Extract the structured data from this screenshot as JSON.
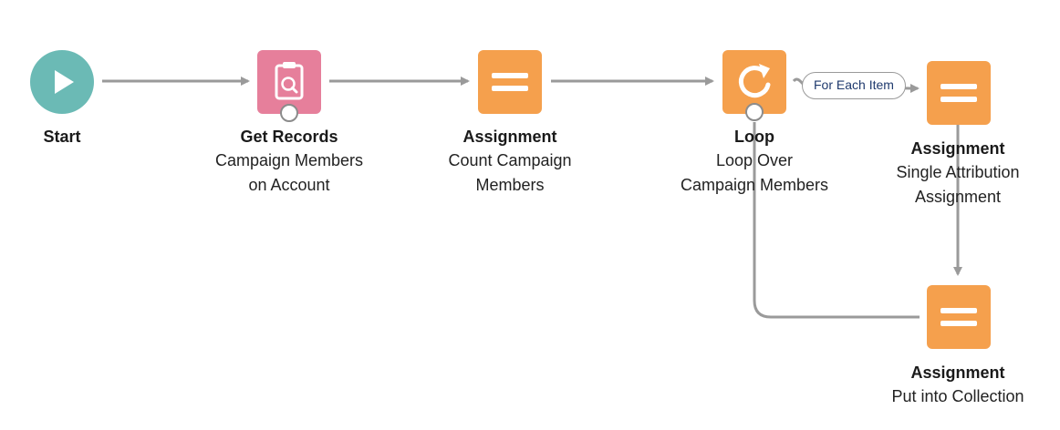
{
  "colors": {
    "start": "#6bbab5",
    "get_records": "#e67f9b",
    "assignment": "#f5a04d",
    "loop": "#f5a04d",
    "connector": "#9a9a9a",
    "badge_text": "#1f3a6e"
  },
  "nodes": {
    "start": {
      "type": "Start",
      "icon": "play-icon"
    },
    "get_records": {
      "type": "Get Records",
      "desc": [
        "Campaign Members",
        "on Account"
      ],
      "icon": "clipboard-search-icon"
    },
    "count_assignment": {
      "type": "Assignment",
      "desc": [
        "Count Campaign",
        "Members"
      ],
      "icon": "equals-icon"
    },
    "loop": {
      "type": "Loop",
      "desc": [
        "Loop Over",
        "Campaign Members"
      ],
      "icon": "loop-arrow-icon"
    },
    "single_assignment": {
      "type": "Assignment",
      "desc": [
        "Single Attribution",
        "Assignment"
      ],
      "icon": "equals-icon"
    },
    "collection_assignment": {
      "type": "Assignment",
      "desc": [
        "Put into Collection"
      ],
      "icon": "equals-icon"
    }
  },
  "connectors": {
    "for_each_label": "For Each Item"
  }
}
